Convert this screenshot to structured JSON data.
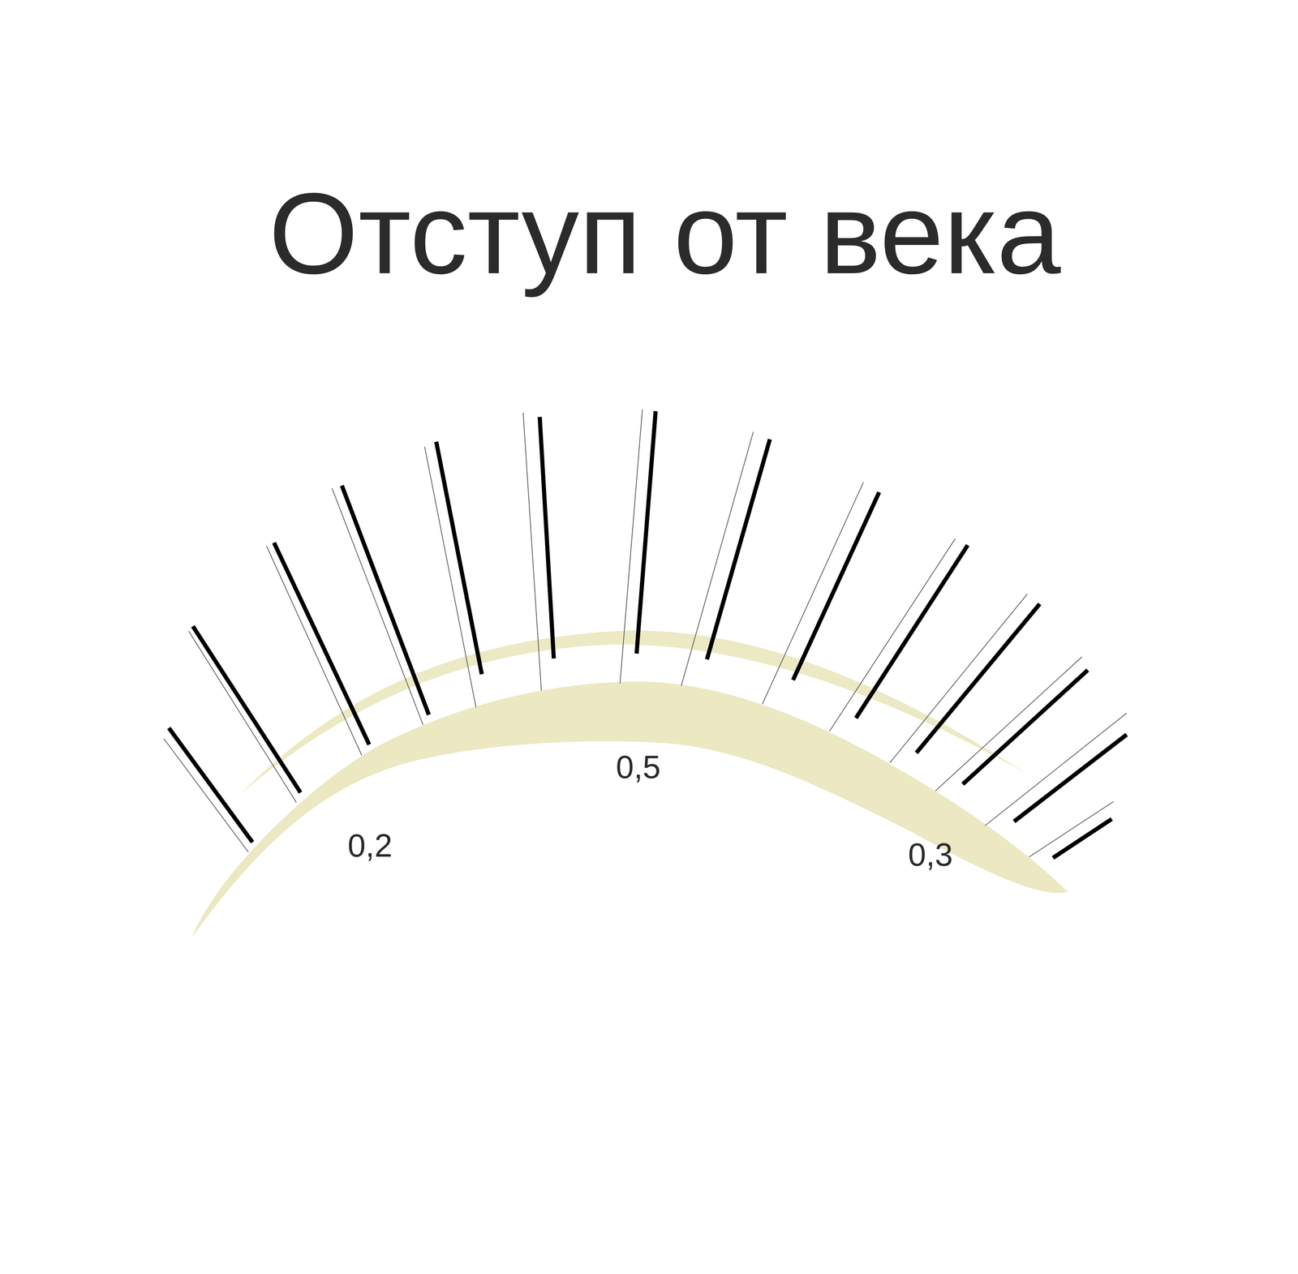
{
  "diagram": {
    "title": "Отступ от века",
    "labels": [
      "0,2",
      "0,5",
      "0,3"
    ]
  }
}
